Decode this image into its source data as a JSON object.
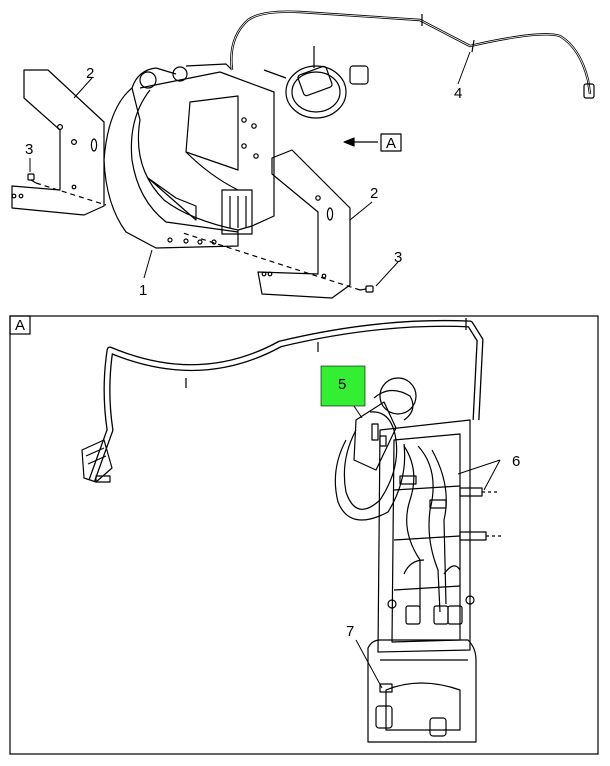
{
  "top_view": {
    "callouts": {
      "c1": "1",
      "c2a": "2",
      "c2b": "2",
      "c3a": "3",
      "c3b": "3",
      "c4": "4"
    },
    "view_marker": "A"
  },
  "detail_view": {
    "label": "A",
    "callouts": {
      "c5": "5",
      "c6": "6",
      "c7": "7"
    },
    "highlight_color": "#33ee33"
  }
}
